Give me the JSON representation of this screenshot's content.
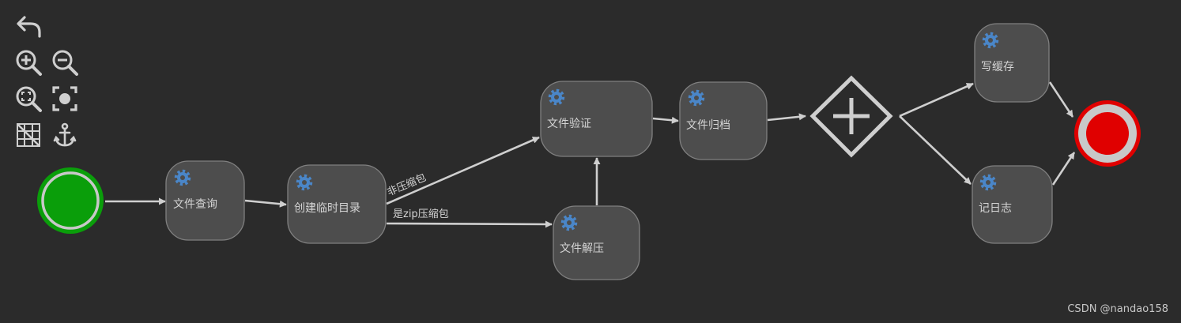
{
  "colors": {
    "background": "#2b2b2b",
    "task_fill": "#4d4d4d",
    "task_stroke": "#808080",
    "edge": "#cfcfcf",
    "start_fill": "#0a9e0a",
    "start_ring": "#c8c8c8",
    "end_fill": "#e00000",
    "end_ring": "#c8c8c8",
    "gateway_stroke": "#cfcfcf",
    "gear": "#4a86c8"
  },
  "toolbar": {
    "undo": "undo-icon",
    "zoom_in": "zoom-in-icon",
    "zoom_out": "zoom-out-icon",
    "zoom_fit": "zoom-fit-icon",
    "center": "center-icon",
    "grid": "grid-icon",
    "anchor": "anchor-icon"
  },
  "tasks": {
    "file_query": "文件查询",
    "create_temp_dir": "创建临时目录",
    "file_verify": "文件验证",
    "file_unzip": "文件解压",
    "file_archive": "文件归档",
    "write_cache": "写缓存",
    "write_log": "记日志"
  },
  "edges": {
    "not_zip": "非压缩包",
    "is_zip": "是zip压缩包"
  },
  "watermark": "CSDN @nandao158"
}
